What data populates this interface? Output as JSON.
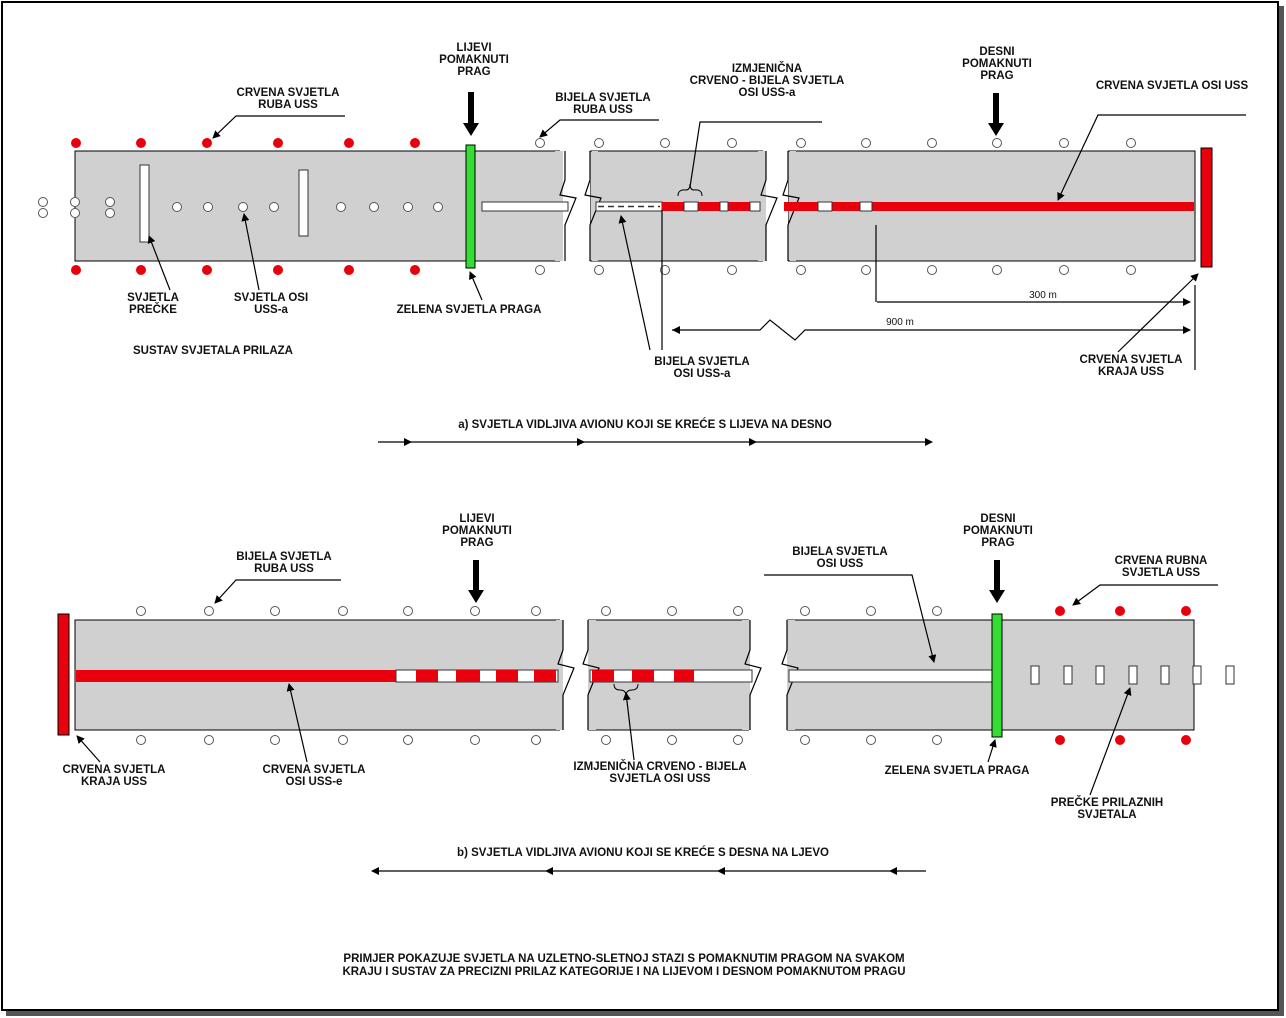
{
  "colors": {
    "runway": "#d0d0d0",
    "red": "#e8000d",
    "green": "#33dd33",
    "white": "#ffffff",
    "line": "#000000"
  },
  "top": {
    "lijevi_pomaknuti_prag": [
      "LIJEVI",
      "POMAKNUTI",
      "PRAG"
    ],
    "desni_pomaknuti_prag": [
      "DESNI",
      "POMAKNUTI",
      "PRAG"
    ],
    "crvena_svjetla_ruba": [
      "CRVENA SVJETLA",
      "RUBA  USS"
    ],
    "bijela_svjetla_ruba": [
      "BIJELA SVJETLA",
      "RUBA USS"
    ],
    "izmjenicna": [
      "IZMJENIČNA",
      "CRVENO - BIJELA SVJETLA",
      "OSI USS-a"
    ],
    "crvena_svjetla_osi": "CRVENA SVJETLA OSI USS",
    "svjetla_precke": [
      "SVJETLA",
      "PREČKE"
    ],
    "svjetla_osi": [
      "SVJETLA OSI",
      "USS-a"
    ],
    "zelena_svjetla_praga": "ZELENA SVJETLA PRAGA",
    "sustav_svjetala_prilaza": "SUSTAV SVJETALA PRILAZA",
    "bijela_svjetla_osi": [
      "BIJELA SVJETLA",
      "OSI USS-a"
    ],
    "crvena_svjetla_kraja": [
      "CRVENA SVJETLA",
      "KRAJA USS"
    ],
    "dim_300": "300 m",
    "dim_900": "900 m",
    "caption": "a)  SVJETLA   VIDLJIVA AVIONU KOJI SE KREĆE S LIJEVA NA DESNO"
  },
  "bottom": {
    "lijevi_pomaknuti_prag": [
      "LIJEVI",
      "POMAKNUTI",
      "PRAG"
    ],
    "desni_pomaknuti_prag": [
      "DESNI",
      "POMAKNUTI",
      "PRAG"
    ],
    "bijela_svjetla_ruba": [
      "BIJELA SVJETLA",
      "RUBA USS"
    ],
    "bijela_svjetla_osi": [
      "BIJELA SVJETLA",
      "OSI USS"
    ],
    "crvena_rubna": [
      "CRVENA RUBNA",
      "SVJETLA USS"
    ],
    "crvena_svjetla_kraja": [
      "CRVENA SVJETLA",
      "KRAJA USS"
    ],
    "crvena_svjetla_osi": [
      "CRVENA SVJETLA",
      "OSI USS-e"
    ],
    "izmjenicna": [
      "IZMJENIČNA CRVENO - BIJELA",
      "SVJETLA OSI USS"
    ],
    "zelena_svjetla_praga": "ZELENA SVJETLA PRAGA",
    "precke": [
      "PREČKE PRILAZNIH",
      "SVJETALA"
    ],
    "caption": "b)  SVJETLA VIDLJIVA AVIONU KOJI SE KREĆE S DESNA NA LJEVO"
  },
  "footer": [
    "PRIMJER POKAZUJE SVJETLA NA UZLETNO-SLETNOJ STAZI S POMAKNUTIM PRAGOM NA SVAKOM",
    "KRAJU I SUSTAV ZA PRECIZNI PRILAZ KATEGORIJE I NA LIJEVOM I DESNOM POMAKNUTOM PRAGU"
  ]
}
